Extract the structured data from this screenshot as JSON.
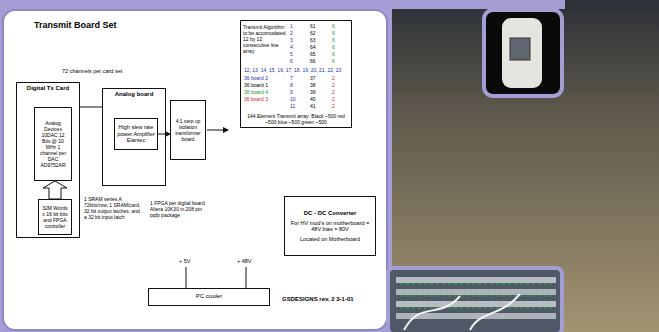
{
  "diagram": {
    "title": "Transmit Board Set",
    "nodes": [
      {
        "text": [
          "Digital Tx Card"
        ]
      },
      {
        "text": [
          "Analog Devices 10DAC 12 Bits @ 10 MHz 1 channel per DAC AD9752AR"
        ],
        "in": 0
      },
      {
        "text": [
          "32M Words x 16 bit bits and FPGA controller"
        ],
        "in": 0
      },
      {
        "text": [
          "Analog board"
        ]
      },
      {
        "text": [
          "High slew rate power Amplifier Elantec"
        ],
        "in": 3
      },
      {
        "text": [
          "4:1 step up isolation transformer board"
        ]
      },
      {
        "text": [
          "Transmit Algorithm to be accomodated 12 by 12 consecutive line array",
          "144 Element Transmit array: Black ~500 red ~500 blue ~500 green ~500"
        ]
      },
      {
        "text": [
          "DC - DC Converter",
          "For HV mod's on motherboard = 48V bias = 80V",
          "Located on Motherboard"
        ]
      },
      {
        "text": [
          "PC cooler"
        ]
      }
    ],
    "edges": [
      {
        "from": 2,
        "to": 1,
        "arrow": "to"
      },
      {
        "from": 0,
        "to": 3,
        "arrow": "none"
      },
      {
        "from": 4,
        "to": 5,
        "arrow": "to"
      }
    ],
    "labels": [
      "72 channels per card set",
      "1 SRAM series A 72bits/row, 1 SRAM/card, 32 bit output latches, and a 32 bit input latch",
      "1 FPGA per digital board Altera 10K30 in 208 pin pqfp package",
      "+ 5V",
      "+ 48V",
      "GSDESIGNS   rev. 2   3-1-01",
      "1",
      "61",
      "6",
      "2",
      "62",
      "6",
      "3",
      "63",
      "6",
      "4",
      "64",
      "6",
      "5",
      "65",
      "6",
      "6",
      "66",
      "6",
      "12, 13, 14, 15, 16, 17, 18, 19, 20, 21, 22, 23",
      "7",
      "37",
      "2",
      "8",
      "38",
      "2",
      "9",
      "39",
      "2",
      "10",
      "40",
      "2",
      "11",
      "41",
      "2",
      "36 board 2",
      "36 board 1",
      "36 board 4",
      "36 board 3"
    ]
  }
}
